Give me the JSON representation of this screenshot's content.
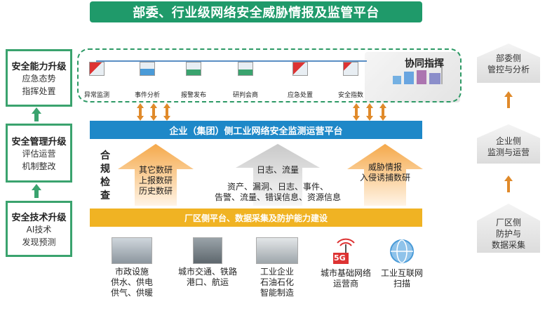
{
  "title": "部委、行业级网络安全威胁情报及监管平台",
  "left_stack": [
    {
      "heading": "安全能力升级",
      "lines": [
        "应急态势",
        "指挥处置"
      ]
    },
    {
      "heading": "安全管理升级",
      "lines": [
        "评估运营",
        "机制整改"
      ]
    },
    {
      "heading": "安全技术升级",
      "lines": [
        "AI技术",
        "发现预测"
      ]
    }
  ],
  "top_panel": {
    "tools": [
      "异常监测",
      "事件分析",
      "报警发布",
      "研判会商",
      "应急处置",
      "安全指数"
    ],
    "label": "协同指挥"
  },
  "enterprise_bar": "企业（集团）侧工业网络安全监测运营平台",
  "compliance": "合规检查",
  "flows": [
    {
      "lines": [
        "其它数研",
        "上报数研",
        "历史数研"
      ]
    },
    {
      "lines": [
        "日志、流量",
        "",
        "资产、漏洞、日志、事件、",
        "告警、流量、错误信息、资源信息"
      ]
    },
    {
      "lines": [
        "威胁情报",
        "入侵诱捕数研"
      ]
    }
  ],
  "plant_bar": "厂区侧平台、数据采集及防护能力建设",
  "bottom_items": [
    {
      "lines": [
        "市政设施",
        "供水、供电",
        "供气、供暖"
      ],
      "icon": "municipal-facility-photo"
    },
    {
      "lines": [
        "城市交通、铁路",
        "港口、航运"
      ],
      "icon": "control-cabinet-photo"
    },
    {
      "lines": [
        "工业企业",
        "石油石化",
        "智能制造"
      ],
      "icon": "server-rack-photo"
    },
    {
      "lines": [
        "城市基础网络",
        "运营商"
      ],
      "icon": "5g-tower-icon",
      "badge": "5G"
    },
    {
      "lines": [
        "工业互联网",
        "扫描"
      ],
      "icon": "globe-network-icon"
    }
  ],
  "right_column": [
    {
      "lines": [
        "部委侧",
        "管控与分析"
      ]
    },
    {
      "lines": [
        "企业侧",
        "监测与运营"
      ]
    },
    {
      "lines": [
        "厂区侧",
        "防护与",
        "数据采集"
      ]
    }
  ],
  "colors": {
    "green": "#1f9a6a",
    "blue": "#1e88c8",
    "yellow": "#f0b323",
    "orange": "#e08a2a"
  }
}
